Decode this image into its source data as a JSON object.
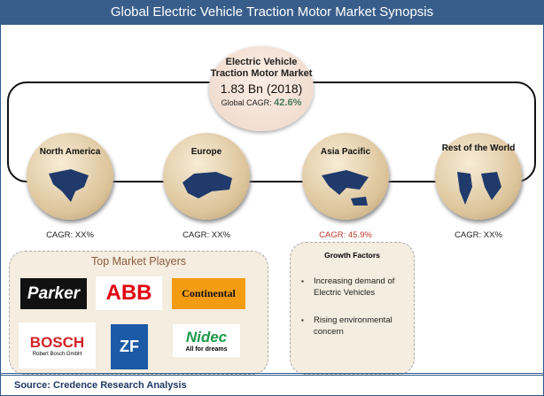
{
  "title": "Global Electric Vehicle Traction Motor Market Synopsis",
  "market": {
    "name": "Electric Vehicle Traction Motor Market",
    "value": "1.83 Bn (2018)",
    "cagr_label": "Global CAGR:",
    "cagr_value": "42.6%"
  },
  "regions": [
    {
      "name": "North America",
      "cagr": "CAGR: XX%"
    },
    {
      "name": "Europe",
      "cagr": "CAGR: XX%"
    },
    {
      "name": "Asia Pacific",
      "cagr": "CAGR: 45.9%"
    },
    {
      "name": "Rest of the World",
      "cagr": "CAGR: XX%"
    }
  ],
  "players": {
    "title": "Top Market Players",
    "logos": [
      "Parker",
      "ABB",
      "Continental",
      "BOSCH",
      "Robert Bosch GmbH",
      "ZF",
      "Nidec",
      "All for dreams"
    ]
  },
  "growth": {
    "title": "Growth Factors",
    "items": [
      "Increasing demand of Electric Vehicles",
      "Rising environmental concern"
    ]
  },
  "source": "Source: Credence Research Analysis",
  "colors": {
    "header": "#385d8a",
    "highlight": "#c0392b",
    "cagr_green": "#4a7a5e"
  }
}
